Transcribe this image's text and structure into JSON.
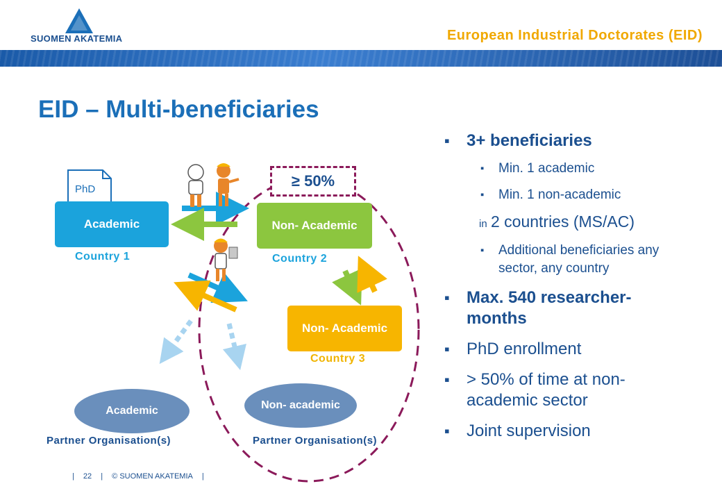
{
  "header": {
    "logo_text": "SUOMEN AKATEMIA",
    "title": "European Industrial Doctorates (EID)"
  },
  "slide": {
    "title": "EID – Multi-beneficiaries"
  },
  "diagram": {
    "phd_label": "PhD",
    "share_label": "≥ 50%",
    "academic_box": "Academic",
    "non_academic_box_1": "Non- Academic",
    "non_academic_box_2": "Non- Academic",
    "country_1": "Country 1",
    "country_2": "Country 2",
    "country_3": "Country 3",
    "partner_academic": "Academic",
    "partner_non_academic": "Non- academic",
    "partner_label_1": "Partner Organisation(s)",
    "partner_label_2": "Partner Organisation(s)"
  },
  "bullets": {
    "b1": "3+ beneficiaries",
    "b1_sub1": "Min. 1 academic",
    "b1_sub2": "Min. 1 non-academic",
    "b1_in": "in",
    "b1_countries": "2 countries (MS/AC)",
    "b1_sub3": "Additional beneficiaries any sector, any country",
    "b2": "Max. 540 researcher-months",
    "b3": "PhD enrollment",
    "b4": "> 50% of time at non-academic  sector",
    "b5": "Joint supervision"
  },
  "footer": {
    "page": "22",
    "copyright": "© SUOMEN AKATEMIA"
  },
  "colors": {
    "primary_blue": "#1b6fb8",
    "academic_box": "#1ba3dc",
    "non_academic_green": "#8cc63f",
    "non_academic_yellow": "#f7b500",
    "header_orange": "#f0a800",
    "dashed_purple": "#8b1a5a",
    "oval_blue": "#6a8fbc"
  },
  "icons": [
    "suomen-akatemia-logo",
    "phd-document-icon",
    "researcher-figures",
    "researcher-figure"
  ]
}
